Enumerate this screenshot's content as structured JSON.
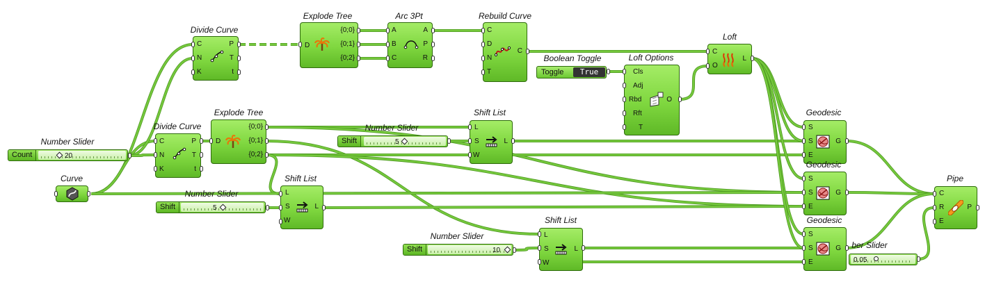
{
  "components": {
    "divide_curve_1": {
      "title": "Divide Curve",
      "inputs": [
        "C",
        "N",
        "K"
      ],
      "outputs": [
        "P",
        "T",
        "t"
      ]
    },
    "explode_tree_1": {
      "title": "Explode Tree",
      "inputs": [
        "D"
      ],
      "outputs": [
        "{0;0}",
        "{0;1}",
        "{0;2}"
      ]
    },
    "arc_3pt": {
      "title": "Arc 3Pt",
      "inputs": [
        "A",
        "B",
        "C"
      ],
      "outputs": [
        "A",
        "P",
        "R"
      ]
    },
    "rebuild_curve": {
      "title": "Rebuild Curve",
      "inputs": [
        "C",
        "D",
        "N",
        "T"
      ],
      "outputs": [
        "C"
      ]
    },
    "boolean_toggle": {
      "title": "Boolean Toggle",
      "label": "Toggle",
      "value": "True"
    },
    "loft_options": {
      "title": "Loft Options",
      "inputs": [
        "Cls",
        "Adj",
        "Rbd",
        "Rft",
        "T"
      ],
      "outputs": [
        "O"
      ]
    },
    "loft": {
      "title": "Loft",
      "inputs": [
        "C",
        "O"
      ],
      "outputs": [
        "L"
      ]
    },
    "number_slider_count": {
      "title": "Number Slider",
      "label": "Count",
      "value": "20"
    },
    "curve": {
      "title": "Curve"
    },
    "divide_curve_2": {
      "title": "Divide Curve",
      "inputs": [
        "C",
        "N",
        "K"
      ],
      "outputs": [
        "P",
        "T",
        "t"
      ]
    },
    "explode_tree_2": {
      "title": "Explode Tree",
      "inputs": [
        "D"
      ],
      "outputs": [
        "{0;0}",
        "{0;1}",
        "{0;2}"
      ]
    },
    "number_slider_shift_5a": {
      "title": "Number Slider",
      "label": "Shift",
      "value": "5"
    },
    "shift_list_1": {
      "title": "Shift List",
      "inputs": [
        "L",
        "S",
        "W"
      ],
      "outputs": [
        "L"
      ]
    },
    "number_slider_shift_5b": {
      "title": "Number Slider",
      "label": "Shift",
      "value": "5"
    },
    "shift_list_2": {
      "title": "Shift List",
      "inputs": [
        "L",
        "S",
        "W"
      ],
      "outputs": [
        "L"
      ]
    },
    "number_slider_shift_10": {
      "title": "Number Slider",
      "label": "Shift",
      "value": "10"
    },
    "shift_list_3": {
      "title": "Shift List",
      "inputs": [
        "L",
        "S",
        "W"
      ],
      "outputs": [
        "L"
      ]
    },
    "geodesic_1": {
      "title": "Geodesic",
      "inputs": [
        "S",
        "S",
        "E"
      ],
      "outputs": [
        "G"
      ]
    },
    "geodesic_2": {
      "title": "Geodesic",
      "inputs": [
        "S",
        "S",
        "E"
      ],
      "outputs": [
        "G"
      ]
    },
    "geodesic_3": {
      "title": "Geodesic",
      "inputs": [
        "S",
        "S",
        "E"
      ],
      "outputs": [
        "G"
      ]
    },
    "number_slider_radius": {
      "title": "ber Slider",
      "value": "0.05"
    },
    "pipe": {
      "title": "Pipe",
      "inputs": [
        "C",
        "R",
        "E"
      ],
      "outputs": [
        "P"
      ]
    }
  },
  "colors": {
    "canvas": "#ffffff",
    "component": "#7fd73f",
    "wire": "#76c93d",
    "wire_edge": "#4e9a22",
    "toggle_button": "#333333"
  },
  "icons": {
    "divide_curve_1": "divide-curve-icon",
    "explode_tree_1": "palm-tree-icon",
    "arc_3pt": "arc-icon",
    "rebuild_curve": "rebuild-curve-icon",
    "loft_options": "loft-options-icon",
    "loft": "loft-icon",
    "curve": "curve-param-icon",
    "divide_curve_2": "divide-curve-icon",
    "explode_tree_2": "palm-tree-icon",
    "shift_list_1": "shift-list-icon",
    "shift_list_2": "shift-list-icon",
    "shift_list_3": "shift-list-icon",
    "geodesic_1": "geodesic-icon",
    "geodesic_2": "geodesic-icon",
    "geodesic_3": "geodesic-icon",
    "pipe": "pipe-icon"
  }
}
